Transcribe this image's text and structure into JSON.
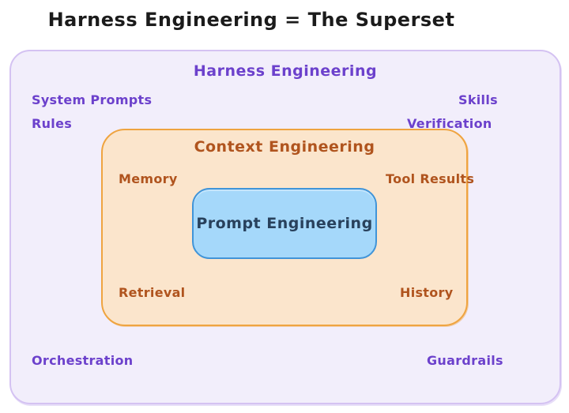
{
  "title": "Harness Engineering = The Superset",
  "outer_box": {
    "label": "Harness Engineering",
    "labels": {
      "system_prompts": "System Prompts",
      "rules": "Rules",
      "skills": "Skills",
      "verification": "Verification",
      "orchestration": "Orchestration",
      "guardrails": "Guardrails"
    }
  },
  "middle_box": {
    "label": "Context Engineering",
    "labels": {
      "memory": "Memory",
      "tool_results": "Tool Results",
      "retrieval": "Retrieval",
      "history": "History"
    }
  },
  "inner_box": {
    "label": "Prompt Engineering"
  },
  "colors": {
    "title_text": "#1b1b1b",
    "outer_fill": "#f2eefb",
    "outer_border": "#d4c2f2",
    "outer_text": "#6c41cc",
    "middle_fill": "#fbe5cc",
    "middle_border": "#efa440",
    "middle_text": "#b0541e",
    "inner_fill": "#a5d8fa",
    "inner_border": "#4094d8",
    "inner_text": "#28415c"
  }
}
